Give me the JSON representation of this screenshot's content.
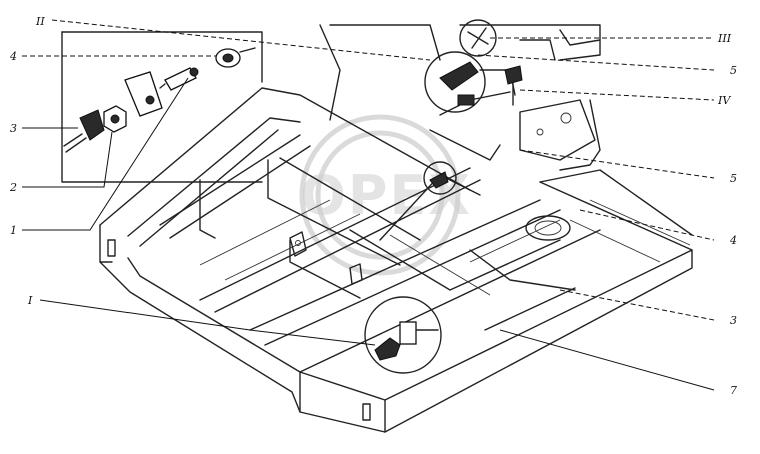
{
  "watermark": "OPEX",
  "callouts": {
    "left_II": "II",
    "left_4": "4",
    "left_3": "3",
    "left_2": "2",
    "left_1": "1",
    "left_I": "I",
    "right_III": "III",
    "right_5a": "5",
    "right_IV": "IV",
    "right_5b": "5",
    "right_4": "4",
    "right_3": "3",
    "right_7": "7"
  }
}
